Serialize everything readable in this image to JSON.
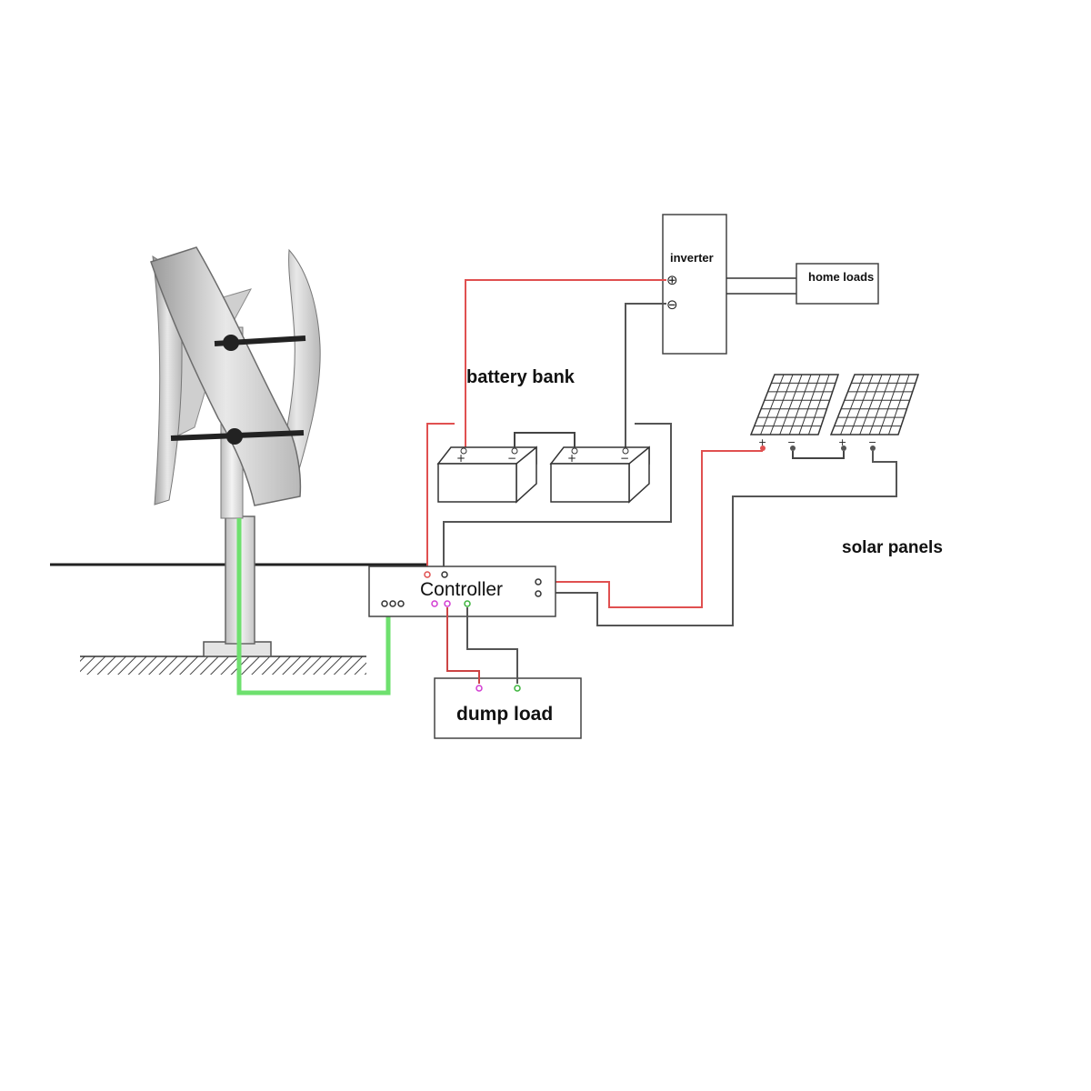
{
  "diagram": {
    "labels": {
      "battery_bank": "battery bank",
      "solar_panels": "solar panels",
      "controller": "Controller",
      "dump_load": "dump load",
      "inverter": "inverter",
      "home_loads": "home loads"
    },
    "terminal_marks": {
      "plus": "+",
      "minus": "−",
      "plus_circle": "⊕",
      "minus_circle": "⊖"
    },
    "colors": {
      "positive_wire": "#e05050",
      "negative_wire": "#555555",
      "turbine_wire": "#6ee06e",
      "dump_positive": "#d23cd2",
      "dump_negative": "#3cb43c",
      "outline": "#333333",
      "blade": "#d6d6d6"
    }
  }
}
